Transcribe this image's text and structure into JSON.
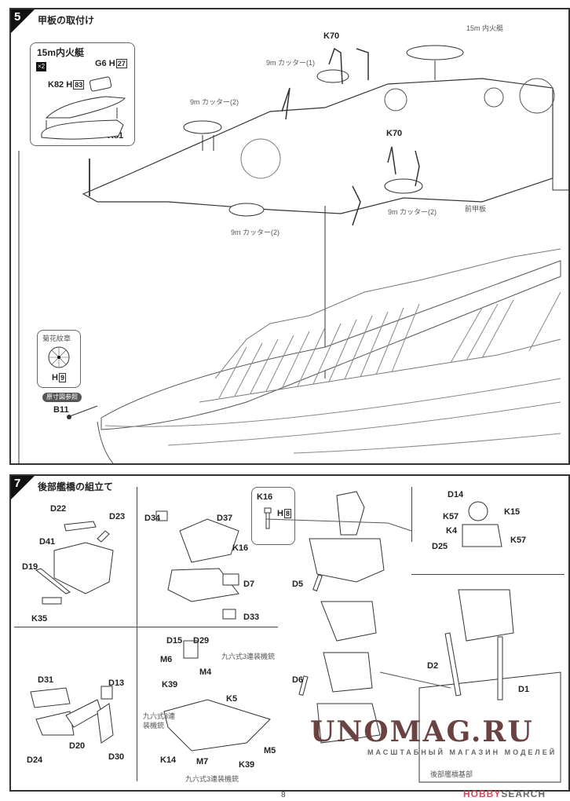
{
  "step5": {
    "number": "5",
    "title": "甲板の取付け",
    "launch_box": {
      "title": "15m内火艇",
      "multiplier": "×2",
      "parts": [
        {
          "part": "G6",
          "paint": "H",
          "code": "27"
        },
        {
          "part": "K82",
          "paint": "H",
          "code": "83"
        },
        {
          "part": "K81"
        }
      ]
    },
    "labels": {
      "cutter1": "9m カッター(1)",
      "cutter2_a": "9m カッター(2)",
      "cutter2_b": "9m カッター(2)",
      "cutter2_c": "9m カッター(2)",
      "k70_a": "K70",
      "k70_b": "K70",
      "launch": "15m 内火艇",
      "fore_deck": "前甲板"
    },
    "chrysanthemum_box": {
      "title": "菊花紋章",
      "paint": "H",
      "code": "9"
    },
    "reference_pill": "原寸図参照",
    "b11": "B11"
  },
  "step7": {
    "number": "7",
    "title": "後部艦橋の組立て",
    "k16_box": {
      "part": "K16",
      "paint": "H",
      "code": "8"
    },
    "labels": {
      "D22": "D22",
      "D23": "D23",
      "D41": "D41",
      "D19": "D19",
      "K35": "K35",
      "D34": "D34",
      "D37": "D37",
      "K16": "K16",
      "D7": "D7",
      "D33": "D33",
      "D31": "D31",
      "D13": "D13",
      "D20": "D20",
      "D24": "D24",
      "D30": "D30",
      "D15": "D15",
      "D29": "D29",
      "M6": "M6",
      "M4": "M4",
      "K39_a": "K39",
      "K5": "K5",
      "gun_a": "九六式3連装機銃",
      "gun_b": "九六式3連\n装機銃",
      "K14": "K14",
      "M7": "M7",
      "M5": "M5",
      "K39_b": "K39",
      "gun_c": "九六式3連装機銃",
      "D5": "D5",
      "D6": "D6",
      "D14": "D14",
      "K15": "K15",
      "K57_a": "K57",
      "K4": "K4",
      "D25": "D25",
      "K57_b": "K57",
      "D2": "D2",
      "D1": "D1",
      "base": "後部艦橋基部"
    }
  },
  "watermark": {
    "title": "UNOMAG.RU",
    "subtitle": "МАСШТАБНЫЙ МАГАЗИН МОДЕЛЕЙ",
    "color": "#6b4242"
  },
  "hobby_search": {
    "part1": "HOBBY",
    "part2": "SEARCH",
    "accent": "#d9475a"
  },
  "page_number": "8"
}
